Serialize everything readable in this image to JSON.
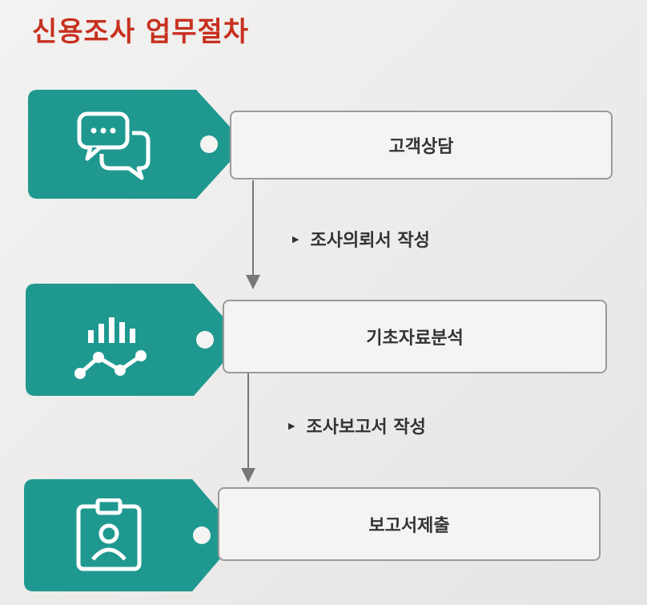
{
  "title": "신용조사 업무절차",
  "colors": {
    "title": "#c8301f",
    "tag": "#1f9990",
    "box_border": "#9a9a9a",
    "text": "#333333"
  },
  "steps": [
    {
      "label": "고객상담",
      "icon": "chat-bubbles-icon"
    },
    {
      "label": "기초자료분석",
      "icon": "bar-line-chart-icon"
    },
    {
      "label": "보고서제출",
      "icon": "id-badge-icon"
    }
  ],
  "transitions": [
    {
      "label": "조사의뢰서 작성"
    },
    {
      "label": "조사보고서 작성"
    }
  ]
}
